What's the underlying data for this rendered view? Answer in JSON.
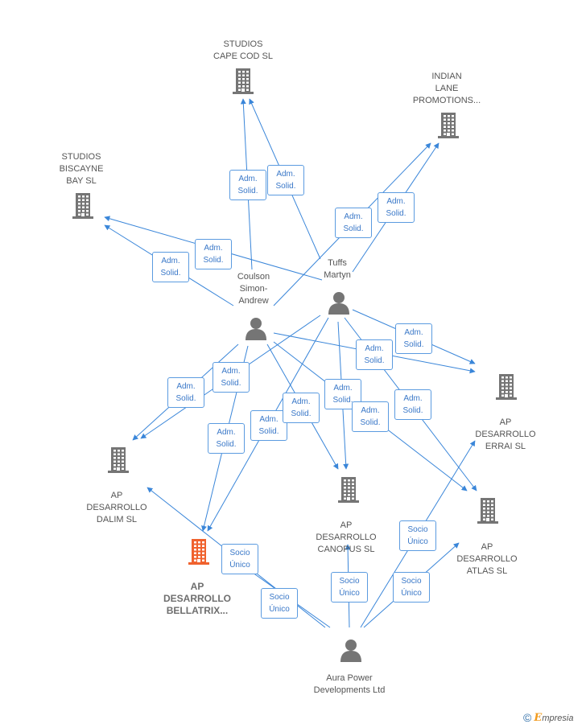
{
  "colors": {
    "edge": "#3a86d9",
    "company": "#757575",
    "focus_company": "#f0622e",
    "person": "#757575"
  },
  "nodes": [
    {
      "id": "cape_cod",
      "kind": "company",
      "label": "STUDIOS\nCAPE COD  SL"
    },
    {
      "id": "indian_lane",
      "kind": "company",
      "label": "INDIAN\nLANE\nPROMOTIONS..."
    },
    {
      "id": "biscayne",
      "kind": "company",
      "label": "STUDIOS\nBISCAYNE\nBAY  SL"
    },
    {
      "id": "tuffs",
      "kind": "person",
      "label": "Tuffs\nMartyn"
    },
    {
      "id": "coulson",
      "kind": "person",
      "label": "Coulson\nSimon-\nAndrew"
    },
    {
      "id": "errai",
      "kind": "company",
      "label": "AP\nDESARROLLO\nERRAI  SL"
    },
    {
      "id": "dalim",
      "kind": "company",
      "label": "AP\nDESARROLLO\nDALIM  SL"
    },
    {
      "id": "canopus",
      "kind": "company",
      "label": "AP\nDESARROLLO\nCANOPUS  SL"
    },
    {
      "id": "atlas",
      "kind": "company",
      "label": "AP\nDESARROLLO\nATLAS  SL"
    },
    {
      "id": "bellatrix",
      "kind": "company",
      "focus": true,
      "label": "AP\nDESARROLLO\nBELLATRIX..."
    },
    {
      "id": "aura",
      "kind": "person",
      "label": "Aura Power\nDevelopments Ltd"
    }
  ],
  "edges": [
    {
      "from": "coulson",
      "to": "cape_cod",
      "label": "Adm.\nSolid."
    },
    {
      "from": "tuffs",
      "to": "cape_cod",
      "label": "Adm.\nSolid."
    },
    {
      "from": "coulson",
      "to": "indian_lane",
      "label": "Adm.\nSolid."
    },
    {
      "from": "tuffs",
      "to": "indian_lane",
      "label": "Adm.\nSolid."
    },
    {
      "from": "tuffs",
      "to": "biscayne",
      "label": "Adm.\nSolid."
    },
    {
      "from": "coulson",
      "to": "biscayne",
      "label": "Adm.\nSolid."
    },
    {
      "from": "tuffs",
      "to": "errai",
      "label": "Adm.\nSolid."
    },
    {
      "from": "coulson",
      "to": "errai",
      "label": "Adm.\nSolid."
    },
    {
      "from": "coulson",
      "to": "dalim",
      "label": "Adm.\nSolid."
    },
    {
      "from": "tuffs",
      "to": "dalim",
      "label": "Adm.\nSolid."
    },
    {
      "from": "coulson",
      "to": "bellatrix",
      "label": "Adm.\nSolid."
    },
    {
      "from": "tuffs",
      "to": "bellatrix",
      "label": "Adm.\nSolid."
    },
    {
      "from": "coulson",
      "to": "canopus",
      "label": "Adm.\nSolid."
    },
    {
      "from": "tuffs",
      "to": "canopus",
      "label": "Adm.\nSolid."
    },
    {
      "from": "tuffs",
      "to": "atlas",
      "label": "Adm.\nSolid."
    },
    {
      "from": "coulson",
      "to": "atlas",
      "label": "Adm.\nSolid."
    },
    {
      "from": "aura",
      "to": "errai",
      "label": "Socio\nÚnico"
    },
    {
      "from": "aura",
      "to": "canopus",
      "label": "Socio\nÚnico"
    },
    {
      "from": "aura",
      "to": "atlas",
      "label": "Socio\nÚnico"
    },
    {
      "from": "aura",
      "to": "bellatrix",
      "label": "Socio\nÚnico"
    },
    {
      "from": "aura",
      "to": "dalim",
      "label": "Socio\nÚnico"
    }
  ],
  "footer": {
    "copyright": "©",
    "brand_first": "E",
    "brand_rest": "mpresia"
  }
}
